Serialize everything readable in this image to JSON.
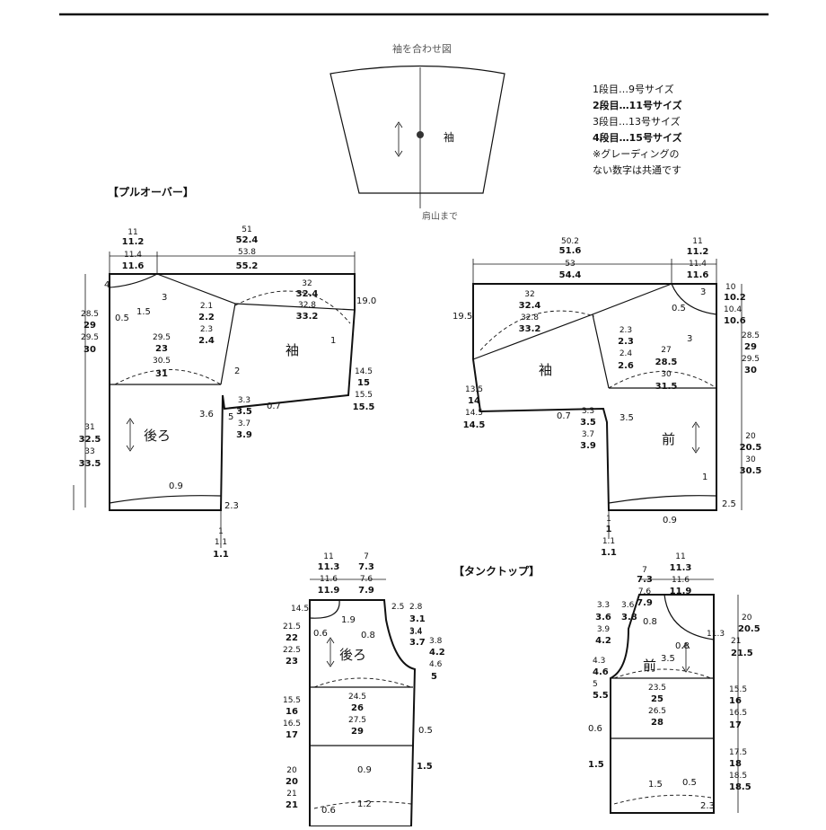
{
  "sleeve_join": {
    "title": "袖を合わせ図",
    "sleeve_label": "袖",
    "shoulder_label": "肩山まで"
  },
  "legend": [
    {
      "text": "1段目…9号サイズ",
      "bold": false
    },
    {
      "text": "2段目…11号サイズ",
      "bold": true
    },
    {
      "text": "3段目…13号サイズ",
      "bold": false
    },
    {
      "text": "4段目…15号サイズ",
      "bold": true
    },
    {
      "text": "※グレーディングの",
      "bold": false
    },
    {
      "text": "ない数字は共通です",
      "bold": false
    }
  ],
  "sections": {
    "pullover": "【プルオーバー】",
    "tanktop": "【タンクトップ】"
  },
  "pieces": {
    "back": "後ろ",
    "front": "前",
    "sleeve": "袖"
  },
  "pullover_back": {
    "neck_width": [
      "11",
      "11.2",
      "11.4",
      "11.6"
    ],
    "total_width": [
      "51",
      "52.4",
      "53.8",
      "55.2"
    ],
    "sleeve_cap": [
      "32",
      "32.4",
      "32.8",
      "33.2"
    ],
    "sleeve_height": [
      "2.1",
      "2.2",
      "2.3",
      "2.4"
    ],
    "chest": [
      "29.5",
      "23",
      "30.5",
      "31"
    ],
    "body_length": [
      "28.5",
      "29",
      "29.5",
      "30"
    ],
    "lower_length": [
      "31",
      "32.5",
      "33",
      "33.5"
    ],
    "underarm": [
      "3.3",
      "3.5",
      "3.7",
      "3.9"
    ],
    "sleeve_hem": [
      "14.5",
      "15",
      "15.5",
      "15.5"
    ],
    "misc": [
      "4",
      "1.5",
      "0.5",
      "3",
      "2",
      "3.6",
      "5",
      "0.7",
      "0.9",
      "2.3",
      "19.0",
      "1"
    ],
    "hem_extend": [
      "1",
      "1.1",
      "1.1"
    ]
  },
  "pullover_front": {
    "total_width": [
      "50.2",
      "51.6",
      "53",
      "54.4"
    ],
    "neck_width": [
      "11",
      "11.2",
      "11.4",
      "11.6"
    ],
    "shoulder_drop": [
      "10",
      "10.2",
      "10.4",
      "10.6"
    ],
    "sleeve_cap": [
      "32",
      "32.4",
      "32.8",
      "33.2"
    ],
    "sleeve_height": [
      "2.3",
      "2.3",
      "2.4",
      "2.6"
    ],
    "chest": [
      "27",
      "28.5",
      "30",
      "31.5"
    ],
    "body_length": [
      "28.5",
      "29",
      "29.5",
      "30"
    ],
    "lower_length": [
      "20",
      "20.5",
      "30",
      "30.5"
    ],
    "underarm": [
      "3.3",
      "3.5",
      "3.7",
      "3.9"
    ],
    "sleeve_hem": [
      "13.5",
      "14",
      "14.5",
      "14.5"
    ],
    "misc": [
      "19.5",
      "3",
      "0.5",
      "3",
      "0.7",
      "3.5",
      "1",
      "2.5",
      "0.9"
    ],
    "hem_extend": [
      "1",
      "1",
      "1.1",
      "1.1"
    ]
  },
  "tank_back": {
    "neck_width": [
      "11",
      "11.3",
      "11.6",
      "11.9"
    ],
    "shoulder": [
      "7",
      "7.3",
      "7.6",
      "7.9"
    ],
    "strap": [
      "2.5",
      "2.8",
      "3.1",
      "3.4"
    ],
    "armhole": [
      "3.4",
      "3.7",
      "3.8",
      "4.2"
    ],
    "armhole_depth": [
      "4.6",
      "5"
    ],
    "chest": [
      "24.5",
      "26",
      "27.5",
      "29"
    ],
    "neck_depth": [
      "21.5",
      "22",
      "22.5",
      "23"
    ],
    "side": [
      "15.5",
      "16",
      "16.5",
      "17"
    ],
    "lower": [
      "20",
      "20",
      "21",
      "21"
    ],
    "misc": [
      "14.5",
      "1.9",
      "0.6",
      "0.8",
      "0.5",
      "1.5",
      "0.9",
      "1.2",
      "0.6"
    ]
  },
  "tank_front": {
    "shoulder": [
      "7",
      "7.3",
      "7.6",
      "7.9"
    ],
    "neck_width": [
      "11",
      "11.3",
      "11.6",
      "11.9"
    ],
    "armhole": [
      "3.3",
      "3.6",
      "3.9",
      "4.2"
    ],
    "strap_top": [
      "3.6",
      "3.8"
    ],
    "armhole_depth": [
      "4.3",
      "4.6",
      "5",
      "5.5"
    ],
    "chest": [
      "23.5",
      "25",
      "26.5",
      "28"
    ],
    "neck_depth": [
      "20",
      "20.5",
      "21",
      "21.5"
    ],
    "side": [
      "15.5",
      "16",
      "16.5",
      "17"
    ],
    "lower": [
      "17.5",
      "18",
      "18.5",
      "18.5"
    ],
    "misc": [
      "0.8",
      "0.8",
      "3.5",
      "11.3",
      "0.6",
      "1.5",
      "1.5",
      "0.5",
      "2.3"
    ]
  }
}
